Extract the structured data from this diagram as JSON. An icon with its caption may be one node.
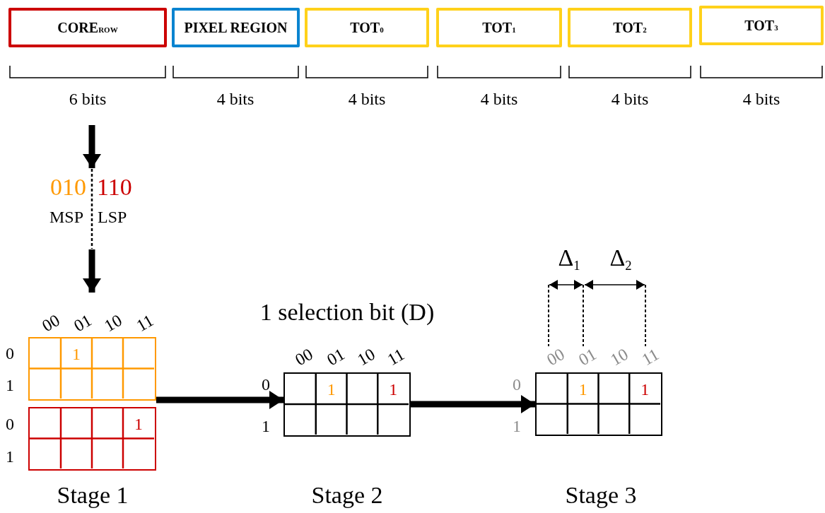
{
  "diagram": {
    "nodes": [
      {
        "text": [
          "CORE$_{ROW}$"
        ],
        "beside": [
          "6 bits"
        ]
      },
      {
        "text": [
          "PIXEL REGION"
        ],
        "beside": [
          "4 bits"
        ]
      },
      {
        "text": [
          "TOT$_{0}$"
        ],
        "beside": [
          "4 bits"
        ]
      },
      {
        "text": [
          "TOT$_{1}$"
        ],
        "beside": [
          "4 bits"
        ]
      },
      {
        "text": [
          "TOT$_{2}$"
        ],
        "beside": [
          "4 bits"
        ]
      },
      {
        "text": [
          "TOT$_{3}$"
        ],
        "beside": [
          "4 bits"
        ]
      },
      {
        "text": [
          "010",
          "110",
          "MSP",
          "LSP"
        ]
      },
      {
        "text": [
          "1"
        ]
      },
      {
        "text": [
          "1"
        ],
        "beside": [
          "Stage 1"
        ]
      },
      {
        "text": [
          "1",
          "1"
        ],
        "beside": [
          "Stage 2"
        ]
      },
      {
        "text": [
          "1",
          "1"
        ],
        "beside": [
          "Stage 3"
        ]
      }
    ],
    "edges": [
      {
        "from": null,
        "to": 6,
        "arrow": "to"
      },
      {
        "from": 6,
        "to": null,
        "arrow": "to"
      },
      {
        "from": 7,
        "to": 9,
        "arrow": "to"
      },
      {
        "from": 9,
        "to": 10,
        "arrow": "to"
      }
    ],
    "labels": [
      "00",
      "01",
      "10",
      "11",
      "0",
      "1",
      "0",
      "1",
      "1 selection bit (D)",
      "00",
      "01",
      "10",
      "11",
      "0",
      "1",
      "Δ$_{1}$",
      "Δ$_{2}$",
      "00",
      "01",
      "10",
      "11",
      "0",
      "1"
    ]
  }
}
